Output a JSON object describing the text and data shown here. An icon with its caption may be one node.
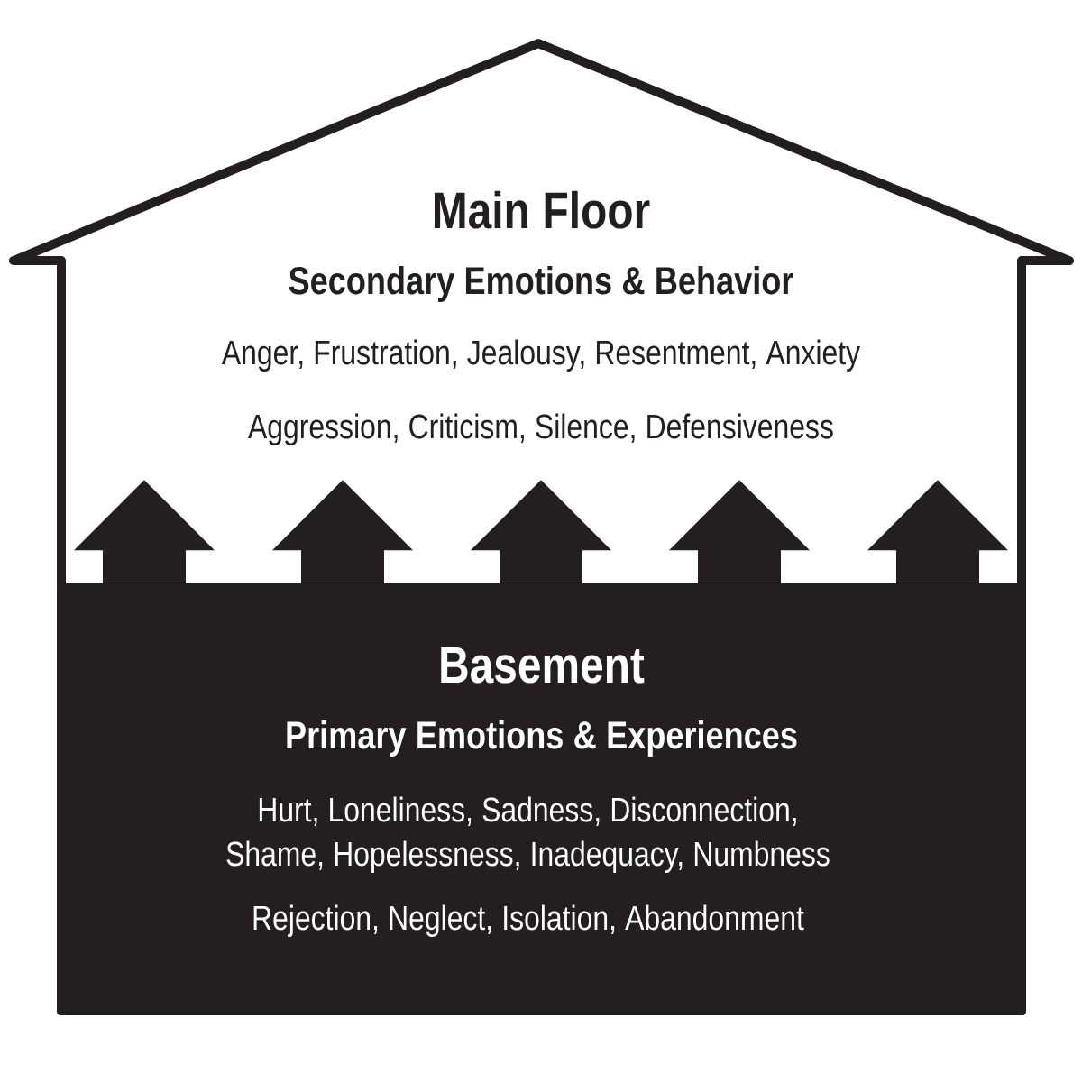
{
  "diagram": {
    "nodes": [
      {
        "text": [
          "Main Floor",
          "Secondary Emotions & Behavior",
          "Anger, Frustration, Jealousy, Resentment, Anxiety",
          "Aggression, Criticism, Silence, Defensiveness"
        ]
      },
      {
        "text": [
          "Basement",
          "Primary Emotions & Experiences",
          "Hurt, Loneliness, Sadness, Disconnection, Shame, Hopelessness, Inadequacy, Numbness",
          "Rejection, Neglect, Isolation, Abandonment"
        ]
      }
    ],
    "edges": [
      {
        "from": 1,
        "to": 0,
        "arrow": "to"
      },
      {
        "from": 1,
        "to": 0,
        "arrow": "to"
      },
      {
        "from": 1,
        "to": 0,
        "arrow": "to"
      },
      {
        "from": 1,
        "to": 0,
        "arrow": "to"
      },
      {
        "from": 1,
        "to": 0,
        "arrow": "to"
      }
    ]
  }
}
